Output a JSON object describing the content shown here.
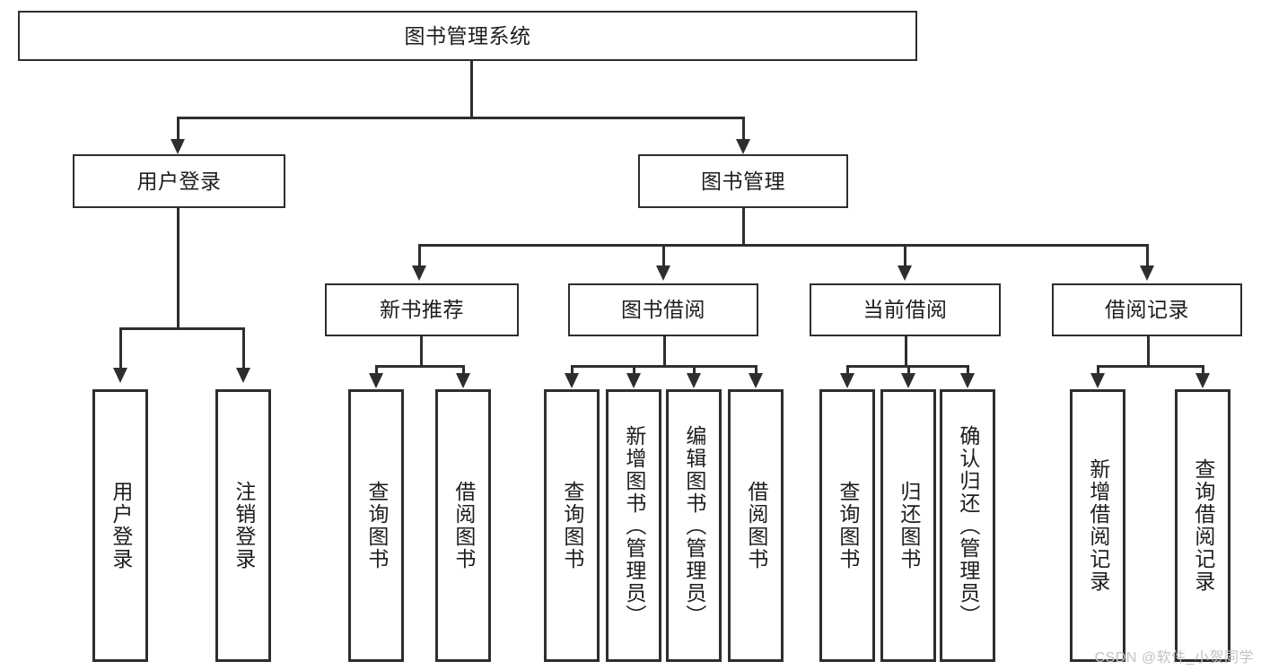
{
  "diagram": {
    "title": "图书管理系统",
    "colors": {
      "background": "#ffffff",
      "stroke": "#2e2e2e",
      "text": "#1d1d1d",
      "watermark": "#c2c2c2"
    },
    "root": {
      "label": "图书管理系统"
    },
    "level1": [
      {
        "label": "用户登录"
      },
      {
        "label": "图书管理"
      }
    ],
    "level2": [
      {
        "label": "新书推荐"
      },
      {
        "label": "图书借阅"
      },
      {
        "label": "当前借阅"
      },
      {
        "label": "借阅记录"
      }
    ],
    "leaves": {
      "user_login": [
        {
          "label": "用户登录"
        },
        {
          "label": "注销登录"
        }
      ],
      "new_book_recommend": [
        {
          "label": "查询图书"
        },
        {
          "label": "借阅图书"
        }
      ],
      "book_borrow": [
        {
          "label": "查询图书"
        },
        {
          "label": "新增图书（管理员）"
        },
        {
          "label": "编辑图书（管理员）"
        },
        {
          "label": "借阅图书"
        }
      ],
      "current_borrow": [
        {
          "label": "查询图书"
        },
        {
          "label": "归还图书"
        },
        {
          "label": "确认归还（管理员）"
        }
      ],
      "borrow_record": [
        {
          "label": "新增借阅记录"
        },
        {
          "label": "查询借阅记录"
        }
      ]
    }
  },
  "watermark": {
    "text": "CSDN @软件_小贺同学"
  }
}
